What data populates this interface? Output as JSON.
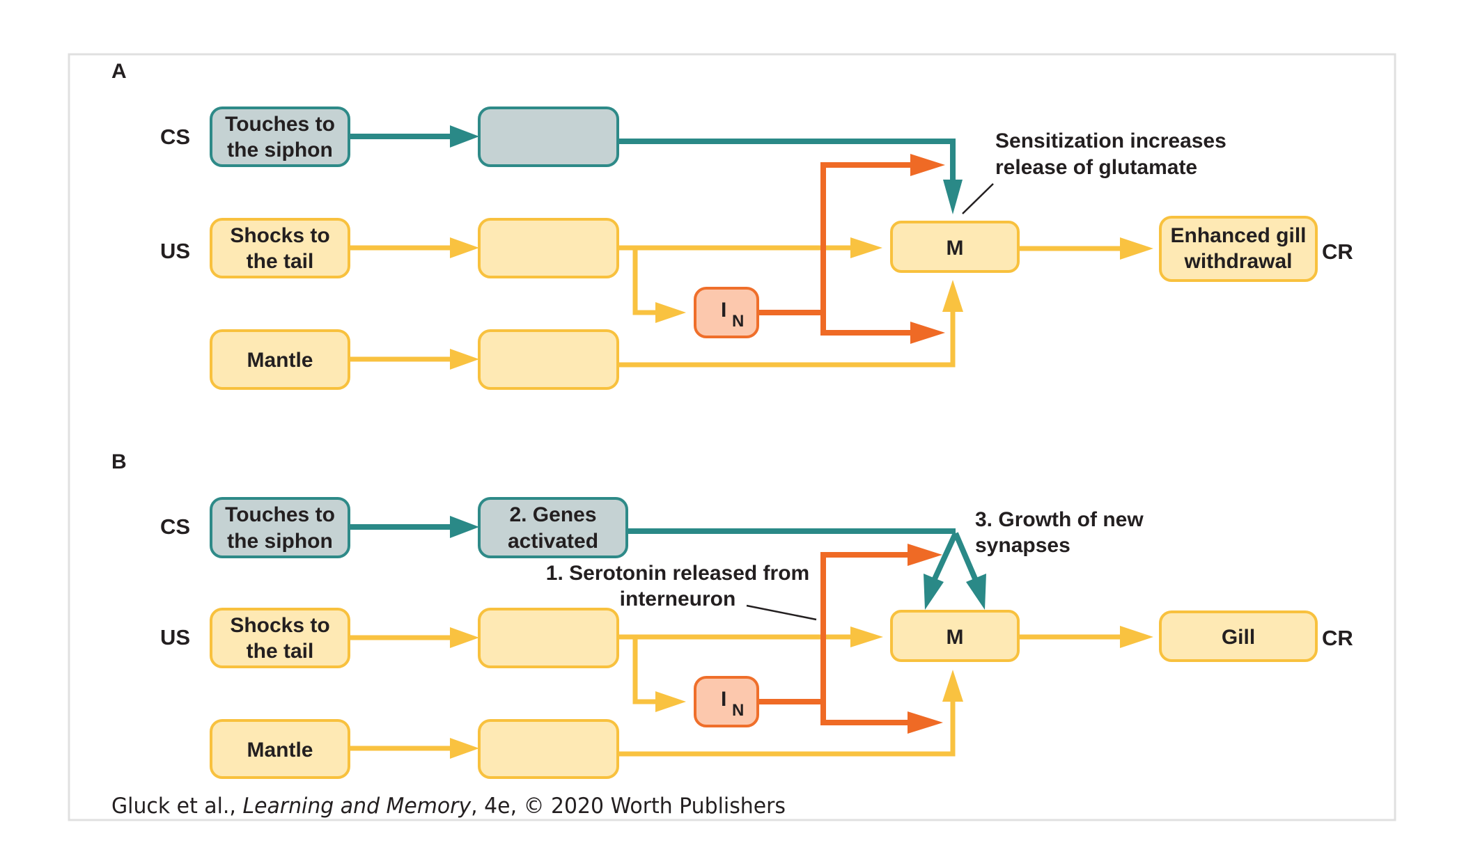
{
  "figure": {
    "colors": {
      "cs_pathway": "#2a8987",
      "us_pathway": "#f9c240",
      "interneuron_pathway": "#ef6a25",
      "cs_box_fill": "#c5d2d3",
      "us_box_fill": "#fee9b4",
      "interneuron_box_fill": "#fcc8ad"
    },
    "panel_a": {
      "letter": "A",
      "row_labels": {
        "cs": "CS",
        "us": "US"
      },
      "cs_input": {
        "line1": "Touches to",
        "line2": "the siphon"
      },
      "cs_neuron": "",
      "us_input": {
        "line1": "Shocks to",
        "line2": "the tail"
      },
      "us_neuron": "",
      "mantle_input": "Mantle",
      "mantle_neuron": "",
      "interneuron": {
        "main": "I",
        "sub": "N"
      },
      "motor_neuron": "M",
      "response": {
        "line1": "Enhanced gill",
        "line2": "withdrawal"
      },
      "response_label": "CR",
      "annotation": {
        "line1": "Sensitization increases",
        "line2": "release of glutamate"
      }
    },
    "panel_b": {
      "letter": "B",
      "row_labels": {
        "cs": "CS",
        "us": "US"
      },
      "cs_input": {
        "line1": "Touches to",
        "line2": "the siphon"
      },
      "cs_neuron": {
        "line1": "2. Genes",
        "line2": "activated"
      },
      "us_input": {
        "line1": "Shocks to",
        "line2": "the tail"
      },
      "us_neuron": "",
      "mantle_input": "Mantle",
      "mantle_neuron": "",
      "interneuron": {
        "main": "I",
        "sub": "N"
      },
      "motor_neuron": "M",
      "response": "Gill",
      "response_label": "CR",
      "annotation_serotonin": {
        "line1": "1. Serotonin released from",
        "line2": "interneuron"
      },
      "annotation_growth": {
        "line1": "3. Growth of new",
        "line2": "synapses"
      }
    },
    "footer": {
      "authors": "Gluck et al., ",
      "title": "Learning and Memory",
      "rest": ", 4e, © 2020 Worth Publishers"
    }
  }
}
